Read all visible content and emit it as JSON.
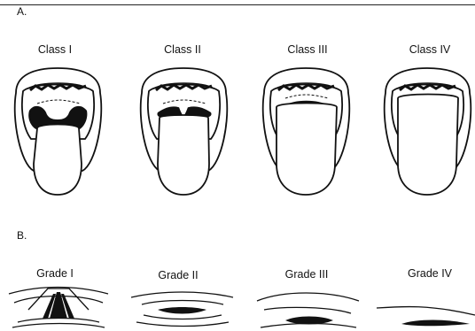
{
  "section_a": {
    "label": "A.",
    "classes": [
      {
        "label": "Class I"
      },
      {
        "label": "Class II"
      },
      {
        "label": "Class III"
      },
      {
        "label": "Class IV"
      }
    ]
  },
  "section_b": {
    "label": "B.",
    "grades": [
      {
        "label": "Grade I"
      },
      {
        "label": "Grade II"
      },
      {
        "label": "Grade III"
      },
      {
        "label": "Grade IV"
      }
    ]
  }
}
